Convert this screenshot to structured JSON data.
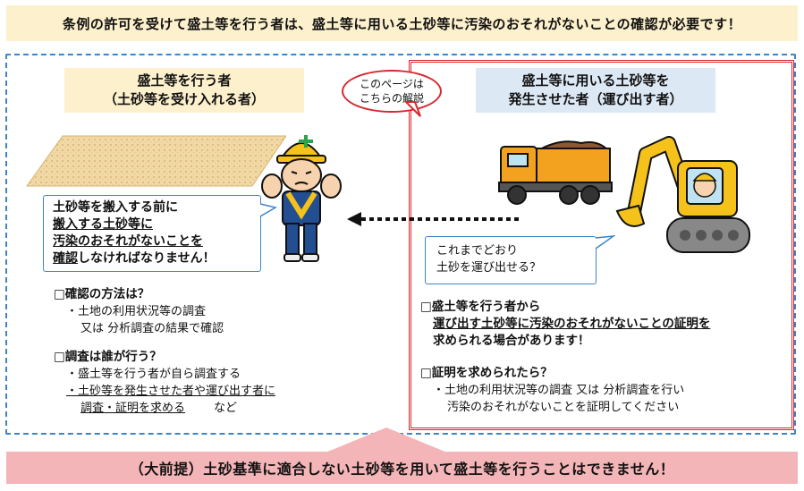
{
  "top_banner": "条例の許可を受けて盛土等を行う者は、盛土等に用いる土砂等に汚染のおそれがないことの確認が必要です！",
  "left": {
    "header_line1": "盛土等を行う者",
    "header_line2": "（土砂等を受け入れる者）",
    "speech": {
      "line1": "土砂等を搬入する前に",
      "line2": "搬入する土砂等に",
      "line3": "汚染のおそれがないことを",
      "line4_u": "確認",
      "line4_rest": "しなければなりません！"
    },
    "sec1_title": "□確認の方法は？",
    "sec1_line1": "・土地の利用状況等の調査",
    "sec1_line2": "又は 分析調査の結果で確認",
    "sec2_title": "□調査は誰が行う？",
    "sec2_line1": "・盛土等を行う者が自ら調査する",
    "sec2_line2": "・土砂等を発生させた者や運び出す者に",
    "sec2_line3_u": "調査・証明を求める",
    "sec2_line3_rest": "など"
  },
  "callout": {
    "line1": "このページは",
    "line2": "こちらの解説"
  },
  "right": {
    "header_line1": "盛土等に用いる土砂等を",
    "header_line2": "発生させた者（運び出す者）",
    "speech_line1": "これまでどおり",
    "speech_line2": "土砂を運び出せる？",
    "sec1_title": "□盛土等を行う者から",
    "sec1_line2": "運び出す土砂等に汚染のおそれがないことの証明を",
    "sec1_line3": "求められる場合があります！",
    "sec2_title": "□証明を求められたら？",
    "sec2_line1": "・土地の利用状況等の調査 又は 分析調査を行い",
    "sec2_line2": "汚染のおそれがないことを証明してください"
  },
  "bottom_banner": "（大前提）土砂基準に適合しない土砂等を用いて盛土等を行うことはできません！",
  "colors": {
    "accent_red": "#d7282f",
    "accent_blue": "#3a86c8",
    "cream": "#fdf0cc",
    "pink": "#f4b5b8"
  }
}
